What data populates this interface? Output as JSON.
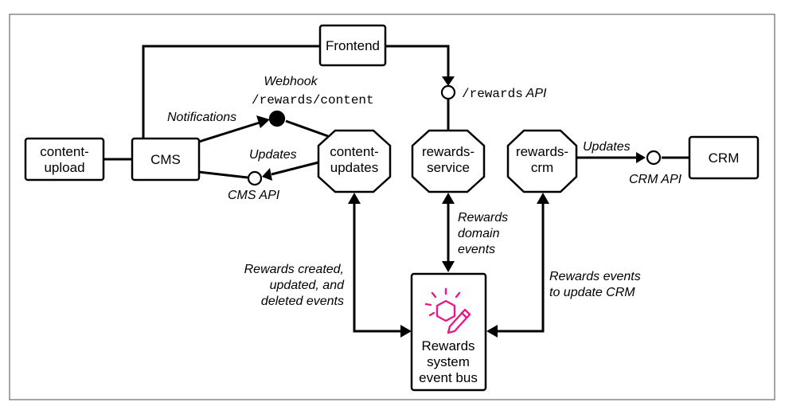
{
  "nodes": {
    "content_upload": [
      "content-",
      "upload"
    ],
    "cms": "CMS",
    "frontend": "Frontend",
    "content_updates": [
      "content-",
      "updates"
    ],
    "rewards_service": [
      "rewards-",
      "service"
    ],
    "rewards_crm": [
      "rewards-",
      "crm"
    ],
    "crm": "CRM",
    "event_bus": [
      "Rewards",
      "system",
      "event bus"
    ]
  },
  "labels": {
    "notifications": "Notifications",
    "webhook": "Webhook",
    "webhook_path": "/rewards/content",
    "updates_cms": "Updates",
    "cms_api": "CMS API",
    "rewards_api_path": "/rewards",
    "rewards_api_suffix": "API",
    "updates_crm": "Updates",
    "crm_api": "CRM API",
    "rewards_created": [
      "Rewards created,",
      "updated, and",
      "deleted events"
    ],
    "rewards_domain": [
      "Rewards",
      "domain",
      "events"
    ],
    "rewards_events_crm": [
      "Rewards events",
      "to update CRM"
    ]
  },
  "colors": {
    "accent": "#e6198b",
    "line": "#000000",
    "frame": "#6b6b6b"
  },
  "icons": {
    "event_bus": "event-bus-hexagon-pencil-icon"
  }
}
